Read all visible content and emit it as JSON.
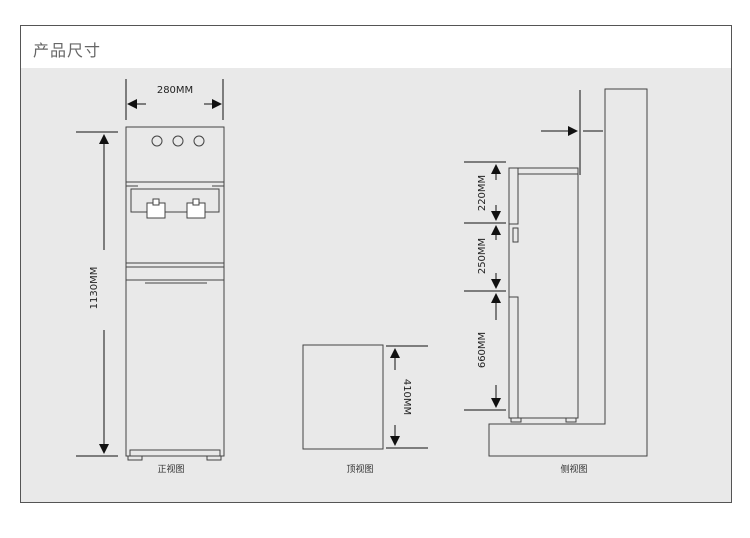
{
  "header": {
    "title": "产品尺寸"
  },
  "dimensions": {
    "width": "280MM",
    "height": "1130MM",
    "depth": "410MM",
    "side_top": "220MM",
    "side_middle": "250MM",
    "side_bottom": "660MM"
  },
  "views": {
    "front": "正视图",
    "top": "顶视图",
    "side": "侧视图"
  }
}
